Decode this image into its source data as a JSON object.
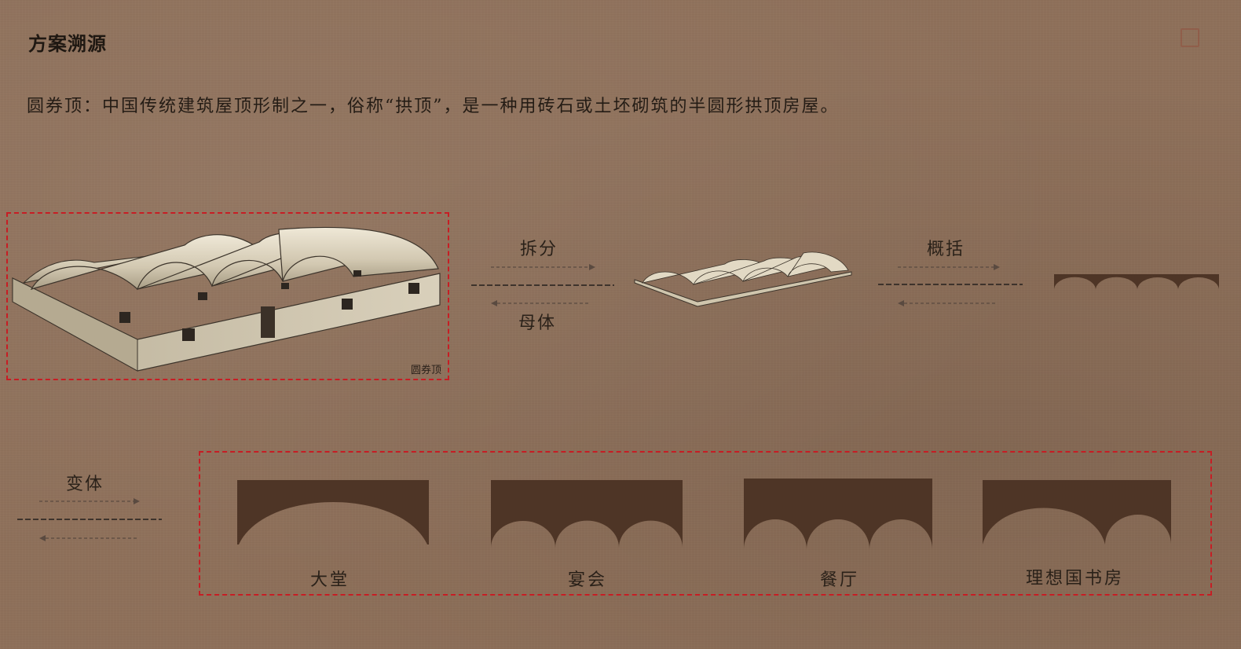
{
  "title": "方案溯源",
  "description": "圆券顶：中国传统建筑屋顶形制之一，俗称“拱顶”，是一种用砖石或土坯砌筑的半圆形拱顶房屋。",
  "photo": {
    "caption": "圆券顶"
  },
  "arrows": {
    "split_label": "拆分",
    "parent_label": "母体",
    "summarize_label": "概括",
    "variant_label": "变体"
  },
  "variants": [
    {
      "label": "大堂",
      "arches": 1
    },
    {
      "label": "宴会",
      "arches": 3
    },
    {
      "label": "餐厅",
      "arches": 3
    },
    {
      "label": "理想国书房",
      "arches": 2
    }
  ],
  "colors": {
    "background": "#8e705a",
    "arch_fill": "#4e3526",
    "dashed_frame": "#c71d24",
    "arrow": "#5a4a40"
  }
}
